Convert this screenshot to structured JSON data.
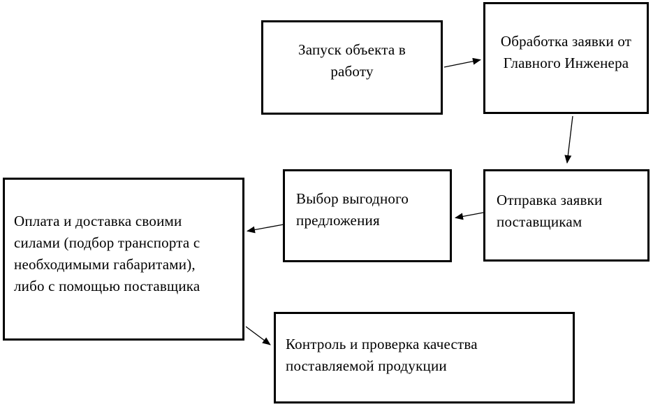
{
  "diagram": {
    "type": "flowchart",
    "background_color": "#ffffff",
    "node_border_color": "#000000",
    "text_color": "#000000",
    "arrow_color": "#000000",
    "nodes": [
      {
        "id": "start",
        "label": "Запуск объекта в\nработу"
      },
      {
        "id": "process-request",
        "label": "Обработка заявки от\nГлавного Инженера"
      },
      {
        "id": "send-request",
        "label": "Отправка заявки\nпоставщикам"
      },
      {
        "id": "choose-offer",
        "label": "Выбор выгодного\nпредложения"
      },
      {
        "id": "payment-delivery",
        "label": "Оплата и доставка своими\nсилами (подбор транспорта с\nнеобходимыми габаритами),\nлибо с помощью поставщика"
      },
      {
        "id": "quality-control",
        "label": "Контроль и проверка качества\nпоставляемой продукции"
      }
    ],
    "edges": [
      {
        "from": "start",
        "to": "process-request"
      },
      {
        "from": "process-request",
        "to": "send-request"
      },
      {
        "from": "send-request",
        "to": "choose-offer"
      },
      {
        "from": "choose-offer",
        "to": "payment-delivery"
      },
      {
        "from": "payment-delivery",
        "to": "quality-control"
      }
    ]
  }
}
